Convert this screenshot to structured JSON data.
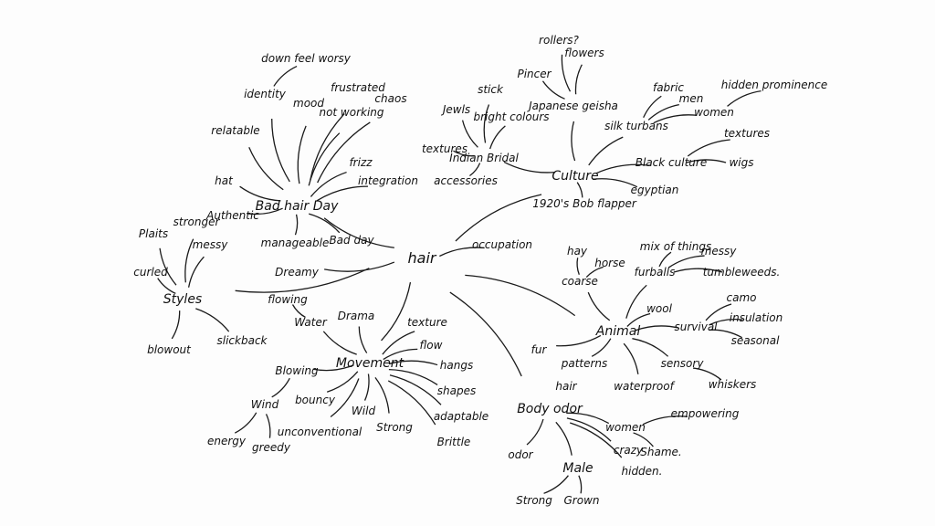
{
  "title": "hair",
  "nodes": [
    {
      "id": "hair",
      "label": "hair",
      "parent": null
    },
    {
      "id": "occupation",
      "label": "occupation",
      "parent": "hair"
    },
    {
      "id": "bhd",
      "label": "Bad hair Day",
      "parent": "hair"
    },
    {
      "id": "badday",
      "label": "Bad day",
      "parent": "bhd"
    },
    {
      "id": "authentic",
      "label": "Authentic",
      "parent": "bhd"
    },
    {
      "id": "hat",
      "label": "hat",
      "parent": "bhd"
    },
    {
      "id": "relatable",
      "label": "relatable",
      "parent": "bhd"
    },
    {
      "id": "identity",
      "label": "identity",
      "parent": "bhd"
    },
    {
      "id": "down",
      "label": "down feel worsy",
      "parent": "identity"
    },
    {
      "id": "mood",
      "label": "mood",
      "parent": "bhd"
    },
    {
      "id": "frustrated",
      "label": "frustrated",
      "parent": "bhd"
    },
    {
      "id": "notworking",
      "label": "not working",
      "parent": "bhd"
    },
    {
      "id": "chaos",
      "label": "chaos",
      "parent": "bhd"
    },
    {
      "id": "frizz",
      "label": "frizz",
      "parent": "bhd"
    },
    {
      "id": "integration",
      "label": "integration",
      "parent": "bhd"
    },
    {
      "id": "manageable",
      "label": "manageable",
      "parent": "bhd"
    },
    {
      "id": "styles",
      "label": "Styles",
      "parent": "hair"
    },
    {
      "id": "messy",
      "label": "messy",
      "parent": "styles"
    },
    {
      "id": "stronger",
      "label": "stronger",
      "parent": "styles"
    },
    {
      "id": "plaits",
      "label": "Plaits",
      "parent": "styles"
    },
    {
      "id": "curled",
      "label": "curled",
      "parent": "styles"
    },
    {
      "id": "blowout",
      "label": "blowout",
      "parent": "styles"
    },
    {
      "id": "slickback",
      "label": "slickback",
      "parent": "styles"
    },
    {
      "id": "dreamy",
      "label": "Dreamy",
      "parent": "hair"
    },
    {
      "id": "movement",
      "label": "Movement",
      "parent": "hair"
    },
    {
      "id": "flowing",
      "label": "flowing",
      "parent": "water"
    },
    {
      "id": "water",
      "label": "Water",
      "parent": "movement"
    },
    {
      "id": "drama",
      "label": "Drama",
      "parent": "movement"
    },
    {
      "id": "texture",
      "label": "texture",
      "parent": "movement"
    },
    {
      "id": "flow",
      "label": "flow",
      "parent": "movement"
    },
    {
      "id": "hangs",
      "label": "hangs",
      "parent": "movement"
    },
    {
      "id": "shapes",
      "label": "shapes",
      "parent": "movement"
    },
    {
      "id": "adaptable",
      "label": "adaptable",
      "parent": "movement"
    },
    {
      "id": "brittle",
      "label": "Brittle",
      "parent": "movement"
    },
    {
      "id": "strong",
      "label": "Strong",
      "parent": "movement"
    },
    {
      "id": "wild",
      "label": "Wild",
      "parent": "movement"
    },
    {
      "id": "unconventional",
      "label": "unconventional",
      "parent": "movement"
    },
    {
      "id": "bouncy",
      "label": "bouncy",
      "parent": "movement"
    },
    {
      "id": "blowing",
      "label": "Blowing",
      "parent": "movement"
    },
    {
      "id": "wind",
      "label": "Wind",
      "parent": "blowing"
    },
    {
      "id": "energy",
      "label": "energy",
      "parent": "wind"
    },
    {
      "id": "greedy",
      "label": "greedy",
      "parent": "wind"
    },
    {
      "id": "culture",
      "label": "Culture",
      "parent": "hair"
    },
    {
      "id": "bridal",
      "label": "Indian Bridal",
      "parent": "culture"
    },
    {
      "id": "jewls",
      "label": "Jewls",
      "parent": "bridal"
    },
    {
      "id": "stick",
      "label": "stick",
      "parent": "bridal"
    },
    {
      "id": "bright",
      "label": "bright colours",
      "parent": "bridal"
    },
    {
      "id": "textures",
      "label": "textures",
      "parent": "bridal"
    },
    {
      "id": "accessories",
      "label": "accessories",
      "parent": "bridal"
    },
    {
      "id": "geisha",
      "label": "Japanese geisha",
      "parent": "culture"
    },
    {
      "id": "pincer",
      "label": "Pincer",
      "parent": "geisha"
    },
    {
      "id": "rollers",
      "label": "rollers?",
      "parent": "geisha"
    },
    {
      "id": "flowers",
      "label": "flowers",
      "parent": "geisha"
    },
    {
      "id": "turbans",
      "label": "silk turbans",
      "parent": "culture"
    },
    {
      "id": "fabric",
      "label": "fabric",
      "parent": "turbans"
    },
    {
      "id": "men",
      "label": "men",
      "parent": "turbans"
    },
    {
      "id": "women",
      "label": "women",
      "parent": "turbans"
    },
    {
      "id": "hidden",
      "label": "hidden prominence",
      "parent": "women"
    },
    {
      "id": "black",
      "label": "Black culture",
      "parent": "culture"
    },
    {
      "id": "textures2",
      "label": "textures",
      "parent": "black"
    },
    {
      "id": "wigs",
      "label": "wigs",
      "parent": "black"
    },
    {
      "id": "egyptian",
      "label": "egyptian",
      "parent": "culture"
    },
    {
      "id": "bob",
      "label": "1920's Bob flapper",
      "parent": "culture"
    },
    {
      "id": "animal",
      "label": "Animal",
      "parent": "hair"
    },
    {
      "id": "coarse",
      "label": "coarse",
      "parent": "animal"
    },
    {
      "id": "hay",
      "label": "hay",
      "parent": "coarse"
    },
    {
      "id": "horse",
      "label": "horse",
      "parent": "coarse"
    },
    {
      "id": "furballs",
      "label": "furballs",
      "parent": "animal"
    },
    {
      "id": "mix",
      "label": "mix of things",
      "parent": "furballs"
    },
    {
      "id": "messy2",
      "label": "messy",
      "parent": "furballs"
    },
    {
      "id": "tumble",
      "label": "tumbleweeds.",
      "parent": "furballs"
    },
    {
      "id": "wool",
      "label": "wool",
      "parent": "animal"
    },
    {
      "id": "survival",
      "label": "survival",
      "parent": "animal"
    },
    {
      "id": "camo",
      "label": "camo",
      "parent": "survival"
    },
    {
      "id": "insulation",
      "label": "insulation",
      "parent": "survival"
    },
    {
      "id": "seasonal",
      "label": "seasonal",
      "parent": "survival"
    },
    {
      "id": "sensory",
      "label": "sensory",
      "parent": "animal"
    },
    {
      "id": "whiskers",
      "label": "whiskers",
      "parent": "sensory"
    },
    {
      "id": "waterproof",
      "label": "waterproof",
      "parent": "animal"
    },
    {
      "id": "patterns",
      "label": "patterns",
      "parent": "animal"
    },
    {
      "id": "fur",
      "label": "fur",
      "parent": "animal"
    },
    {
      "id": "bodyodor",
      "label": "Body odor",
      "parent": "hair"
    },
    {
      "id": "bodyhair",
      "label": "hair",
      "parent": null
    },
    {
      "id": "odor",
      "label": "odor",
      "parent": "bodyodor"
    },
    {
      "id": "male",
      "label": "Male",
      "parent": "bodyodor"
    },
    {
      "id": "strong2",
      "label": "Strong",
      "parent": "male"
    },
    {
      "id": "grown",
      "label": "Grown",
      "parent": "male"
    },
    {
      "id": "women2",
      "label": "women",
      "parent": "bodyodor"
    },
    {
      "id": "empowering",
      "label": "empowering",
      "parent": "women2"
    },
    {
      "id": "shame",
      "label": "Shame.",
      "parent": "women2"
    },
    {
      "id": "crazy",
      "label": "crazy",
      "parent": "bodyodor"
    },
    {
      "id": "hidden2",
      "label": "hidden.",
      "parent": "bodyodor"
    }
  ]
}
